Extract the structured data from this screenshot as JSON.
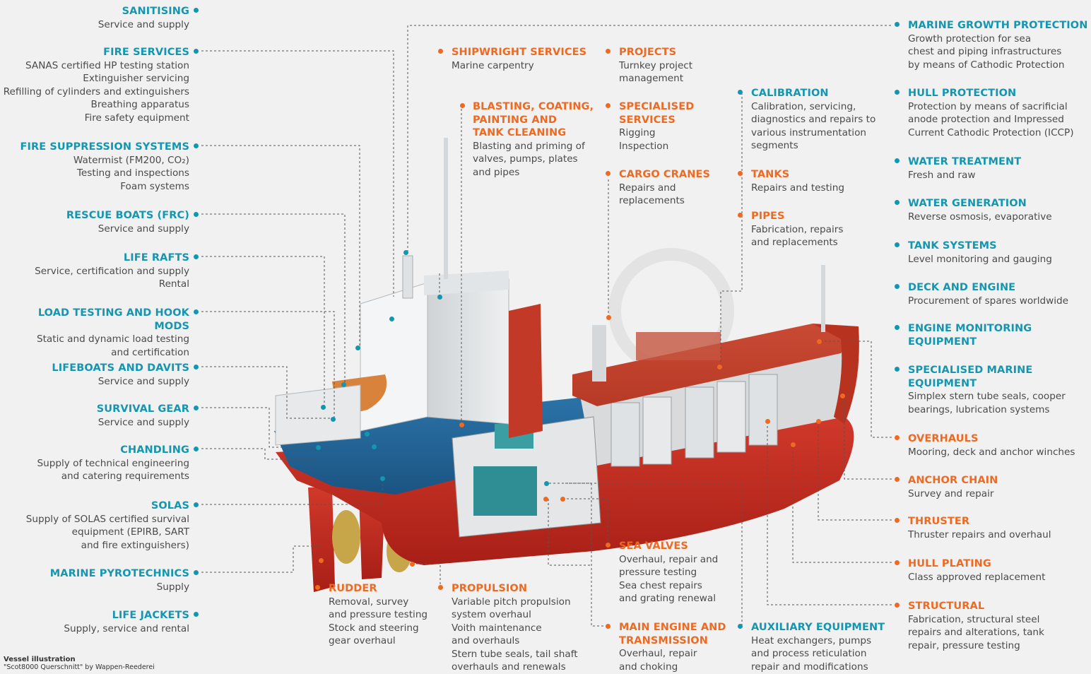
{
  "labels_left": [
    {
      "title": "SANITISING",
      "desc": "Service and supply"
    },
    {
      "title": "FIRE SERVICES",
      "desc": "SANAS certified HP testing station\nExtinguisher servicing\nRefilling of cylinders and extinguishers\nBreathing apparatus\nFire safety equipment"
    },
    {
      "title": "FIRE SUPPRESSION SYSTEMS",
      "desc": "Watermist (FM200, CO₂)\nTesting and inspections\nFoam systems"
    },
    {
      "title": "RESCUE BOATS (FRC)",
      "desc": "Service and supply"
    },
    {
      "title": "LIFE RAFTS",
      "desc": "Service, certification and supply\nRental"
    },
    {
      "title": "LOAD TESTING AND HOOK MODS",
      "desc": "Static and dynamic load testing\nand certification"
    },
    {
      "title": "LIFEBOATS AND DAVITS",
      "desc": "Service and supply"
    },
    {
      "title": "SURVIVAL GEAR",
      "desc": "Service and supply"
    },
    {
      "title": "CHANDLING",
      "desc": "Supply of technical engineering\nand catering requirements"
    },
    {
      "title": "SOLAS",
      "desc": "Supply of SOLAS certified survival\nequipment (EPIRB, SART\nand fire extinguishers)"
    },
    {
      "title": "MARINE PYROTECHNICS",
      "desc": "Supply"
    },
    {
      "title": "LIFE JACKETS",
      "desc": "Supply, service and rental"
    }
  ],
  "labels_middle": [
    {
      "title": "SHIPWRIGHT SERVICES",
      "desc": "Marine carpentry"
    },
    {
      "title": "BLASTING, COATING,\nPAINTING AND\nTANK CLEANING",
      "desc": "Blasting and priming of\nvalves, pumps, plates\nand pipes"
    },
    {
      "title": "PROJECTS",
      "desc": "Turnkey project\nmanagement"
    },
    {
      "title": "SPECIALISED\nSERVICES",
      "desc": "Rigging\nInspection"
    },
    {
      "title": "CARGO CRANES",
      "desc": "Repairs and\nreplacements"
    },
    {
      "title": "CALIBRATION",
      "desc": "Calibration, servicing,\ndiagnostics and repairs to\nvarious instrumentation\nsegments"
    },
    {
      "title": "TANKS",
      "desc": "Repairs and testing"
    },
    {
      "title": "PIPES",
      "desc": "Fabrication, repairs\nand replacements"
    }
  ],
  "labels_right": [
    {
      "title": "MARINE GROWTH PROTECTION",
      "desc": "Growth protection for sea\nchest and piping infrastructures\nby means of Cathodic Protection"
    },
    {
      "title": "HULL PROTECTION",
      "desc": "Protection by means of sacrificial\nanode protection and Impressed\nCurrent Cathodic Protection (ICCP)"
    },
    {
      "title": "WATER TREATMENT",
      "desc": "Fresh and raw"
    },
    {
      "title": "WATER GENERATION",
      "desc": "Reverse osmosis, evaporative"
    },
    {
      "title": "TANK SYSTEMS",
      "desc": "Level monitoring and gauging"
    },
    {
      "title": "DECK AND ENGINE",
      "desc": "Procurement of spares worldwide"
    },
    {
      "title": "ENGINE MONITORING\nEQUIPMENT",
      "desc": ""
    },
    {
      "title": "SPECIALISED MARINE\nEQUIPMENT",
      "desc": "Simplex stern tube seals, cooper\nbearings, lubrication systems"
    },
    {
      "title": "OVERHAULS",
      "desc": "Mooring, deck and anchor winches"
    },
    {
      "title": "ANCHOR CHAIN",
      "desc": "Survey and repair"
    },
    {
      "title": "THRUSTER",
      "desc": "Thruster repairs and overhaul"
    },
    {
      "title": "HULL PLATING",
      "desc": "Class approved replacement"
    },
    {
      "title": "STRUCTURAL",
      "desc": "Fabrication, structural steel\nrepairs and alterations, tank\nrepair, pressure testing"
    }
  ],
  "labels_bottom": [
    {
      "title": "RUDDER",
      "desc": "Removal, survey\nand pressure testing\nStock and steering\ngear overhaul"
    },
    {
      "title": "PROPULSION",
      "desc": "Variable pitch propulsion\nsystem overhaul\nVoith maintenance\nand overhauls\nStern tube seals, tail shaft\noverhauls and renewals"
    },
    {
      "title": "SEA VALVES",
      "desc": "Overhaul, repair and\npressure testing\nSea chest repairs\nand grating renewal"
    },
    {
      "title": "MAIN ENGINE AND\nTRANSMISSION",
      "desc": "Overhaul, repair\nand choking"
    },
    {
      "title": "AUXILIARY EQUIPMENT",
      "desc": "Heat exchangers, pumps\nand process reticulation\nrepair and modifications"
    }
  ],
  "credit": {
    "title": "Vessel illustration",
    "text": "\"Scot8000 Querschnitt\" by Wappen-Reederei"
  },
  "colors": {
    "teal": "#1496b0",
    "orange": "#ee6a22"
  }
}
